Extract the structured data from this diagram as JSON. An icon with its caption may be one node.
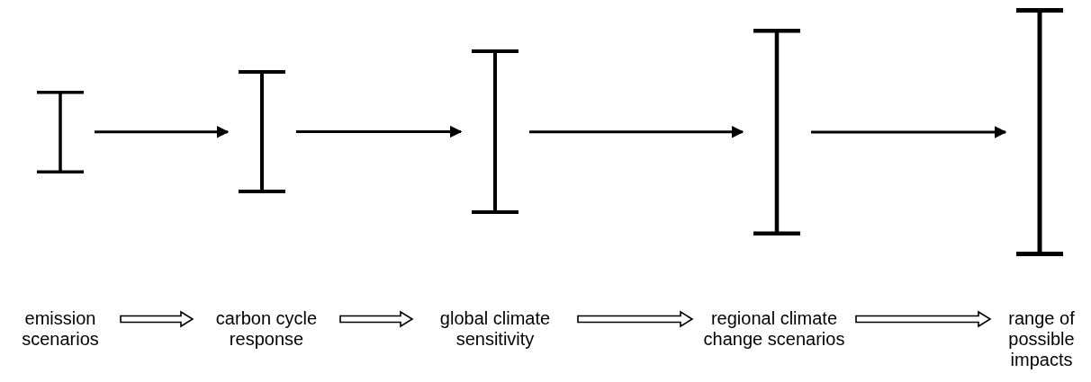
{
  "diagram": {
    "nodes": [
      {
        "text": [],
        "shape": "bar"
      },
      {
        "text": [],
        "shape": "bar"
      },
      {
        "text": [],
        "shape": "bar"
      },
      {
        "text": [],
        "shape": "bar"
      },
      {
        "text": [],
        "shape": "bar"
      },
      {
        "text": [
          "emission scenarios"
        ]
      },
      {
        "text": [
          "carbon cycle response"
        ]
      },
      {
        "text": [
          "global climate sensitivity"
        ]
      },
      {
        "text": [
          "regional climate change scenarios"
        ]
      },
      {
        "text": [
          "range of possible impacts"
        ]
      }
    ],
    "edges": [
      {
        "from": 0,
        "to": 1,
        "arrow": "to"
      },
      {
        "from": 1,
        "to": 2,
        "arrow": "to"
      },
      {
        "from": 2,
        "to": 3,
        "arrow": "to"
      },
      {
        "from": 3,
        "to": 4,
        "arrow": "to"
      },
      {
        "from": 5,
        "to": 6,
        "arrow": "to"
      },
      {
        "from": 6,
        "to": 7,
        "arrow": "to"
      },
      {
        "from": 7,
        "to": 8,
        "arrow": "to"
      },
      {
        "from": 8,
        "to": 9,
        "arrow": "to"
      }
    ]
  }
}
